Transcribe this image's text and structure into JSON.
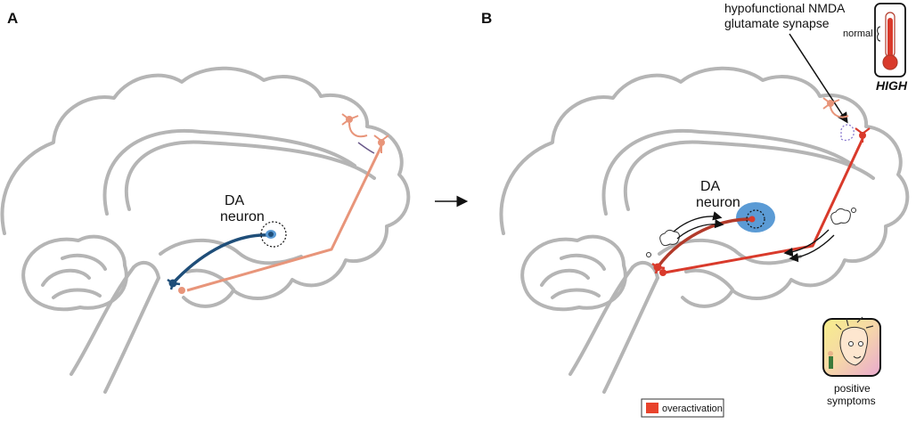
{
  "panels": {
    "a": {
      "label": "A",
      "da_neuron_label": [
        "DA",
        "neuron"
      ]
    },
    "b": {
      "label": "B",
      "da_neuron_label": [
        "DA",
        "neuron"
      ],
      "synapse_label": [
        "hypofunctional NMDA",
        "glutamate synapse"
      ],
      "thermometer": {
        "normal_label": "normal",
        "level_label": "HIGH"
      },
      "symptoms_label": [
        "positive",
        "symptoms"
      ]
    }
  },
  "legend": {
    "label": "overactivation",
    "color": "#e8432c"
  },
  "colors": {
    "brain_outline": "#b5b5b5",
    "da_normal": "#1f4e79",
    "glutamate_normal": "#e8957a",
    "overactive": "#d93a2b",
    "vta_glow": "#5b9bd5"
  }
}
